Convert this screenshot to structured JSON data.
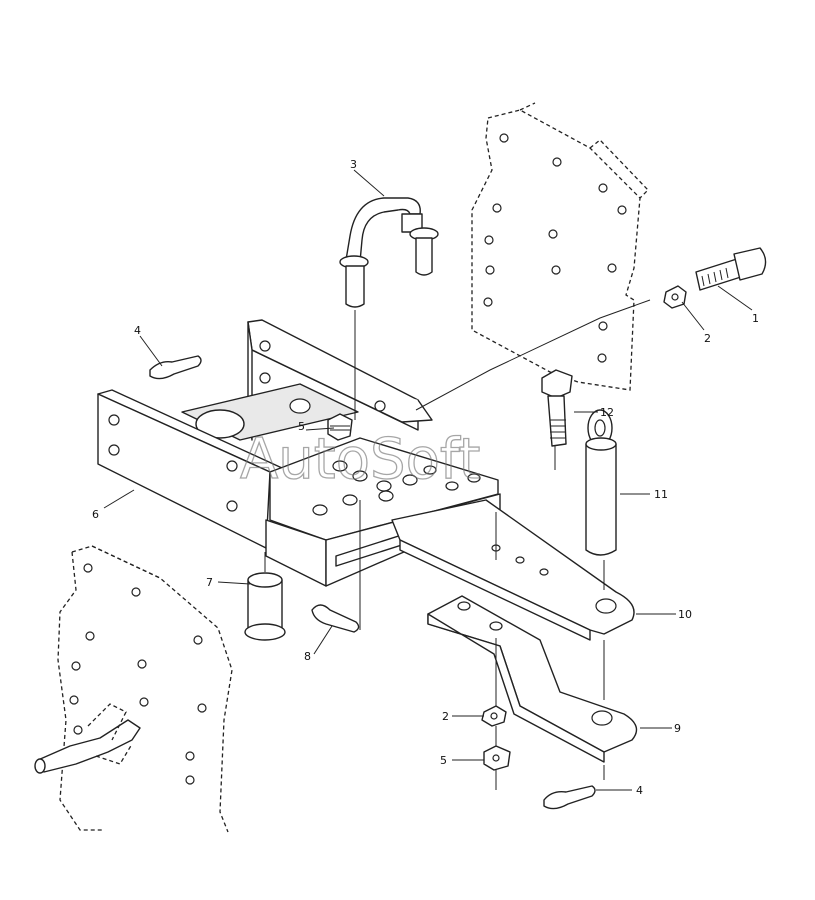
{
  "watermark": "AutoSoft",
  "callouts": {
    "c1": "1",
    "c2a": "2",
    "c2b": "2",
    "c3": "3",
    "c4a": "4",
    "c4b": "4",
    "c5a": "5",
    "c5b": "5",
    "c6": "6",
    "c7": "7",
    "c8": "8",
    "c9": "9",
    "c10": "10",
    "c11": "11",
    "c12": "12"
  }
}
